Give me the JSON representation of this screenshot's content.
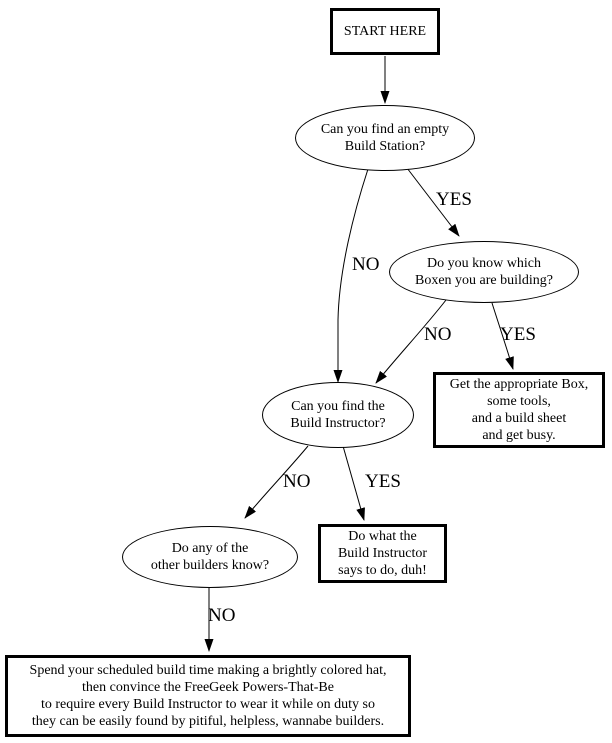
{
  "colors": {
    "ink": "#000000",
    "background": "#ffffff"
  },
  "flowchart": {
    "nodes": [
      {
        "id": "start",
        "type": "rect",
        "label": "START HERE"
      },
      {
        "id": "q-build-station",
        "type": "ellipse",
        "label": "Can you find an empty\nBuild Station?"
      },
      {
        "id": "q-which-boxen",
        "type": "ellipse",
        "label": "Do you know which\nBoxen you are building?"
      },
      {
        "id": "a-get-box",
        "type": "rect",
        "label": "Get the appropriate Box,\nsome tools,\nand a build sheet\nand get busy."
      },
      {
        "id": "q-build-instructor",
        "type": "ellipse",
        "label": "Can you find the\nBuild Instructor?"
      },
      {
        "id": "a-do-what-told",
        "type": "rect",
        "label": "Do what the\nBuild Instructor\nsays to do, duh!"
      },
      {
        "id": "q-other-builders",
        "type": "ellipse",
        "label": "Do any of the\nother builders know?"
      },
      {
        "id": "a-make-hat",
        "type": "rect",
        "label": "Spend your scheduled build time making a brightly colored hat,\nthen convince the FreeGeek Powers-That-Be\nto require every Build Instructor to wear it while on duty so\nthey can be easily found by pitiful, helpless, wannabe builders."
      }
    ],
    "edges": [
      {
        "from": "start",
        "to": "q-build-station",
        "label": ""
      },
      {
        "from": "q-build-station",
        "to": "q-which-boxen",
        "label": "YES"
      },
      {
        "from": "q-build-station",
        "to": "q-build-instructor",
        "label": "NO"
      },
      {
        "from": "q-which-boxen",
        "to": "q-build-instructor",
        "label": "NO"
      },
      {
        "from": "q-which-boxen",
        "to": "a-get-box",
        "label": "YES"
      },
      {
        "from": "q-build-instructor",
        "to": "q-other-builders",
        "label": "NO"
      },
      {
        "from": "q-build-instructor",
        "to": "a-do-what-told",
        "label": "YES"
      },
      {
        "from": "q-other-builders",
        "to": "a-make-hat",
        "label": "NO"
      }
    ]
  }
}
